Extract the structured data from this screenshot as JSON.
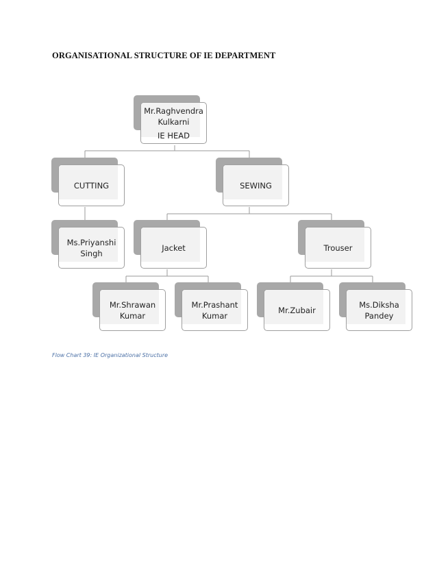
{
  "page": {
    "title": "ORGANISATIONAL  STRUCTURE  OF IE DEPARTMENT",
    "caption": "Flow Chart 39: IE Organizational Structure"
  },
  "org_chart": {
    "root": {
      "name": "Mr.Raghvendra\nKulkarni",
      "role": "IE HEAD"
    },
    "cutting": {
      "name": "CUTTING"
    },
    "sewing": {
      "name": "SEWING"
    },
    "cutting_member": {
      "name": "Ms.Priyanshi\nSingh"
    },
    "jacket": {
      "name": "Jacket"
    },
    "trouser": {
      "name": "Trouser"
    },
    "jacket_members": [
      {
        "name": "Mr.Shrawan\nKumar"
      },
      {
        "name": "Mr.Prashant\nKumar"
      }
    ],
    "trouser_members": [
      {
        "name": "Mr.Zubair"
      },
      {
        "name": "Ms.Diksha\nPandey"
      }
    ]
  }
}
